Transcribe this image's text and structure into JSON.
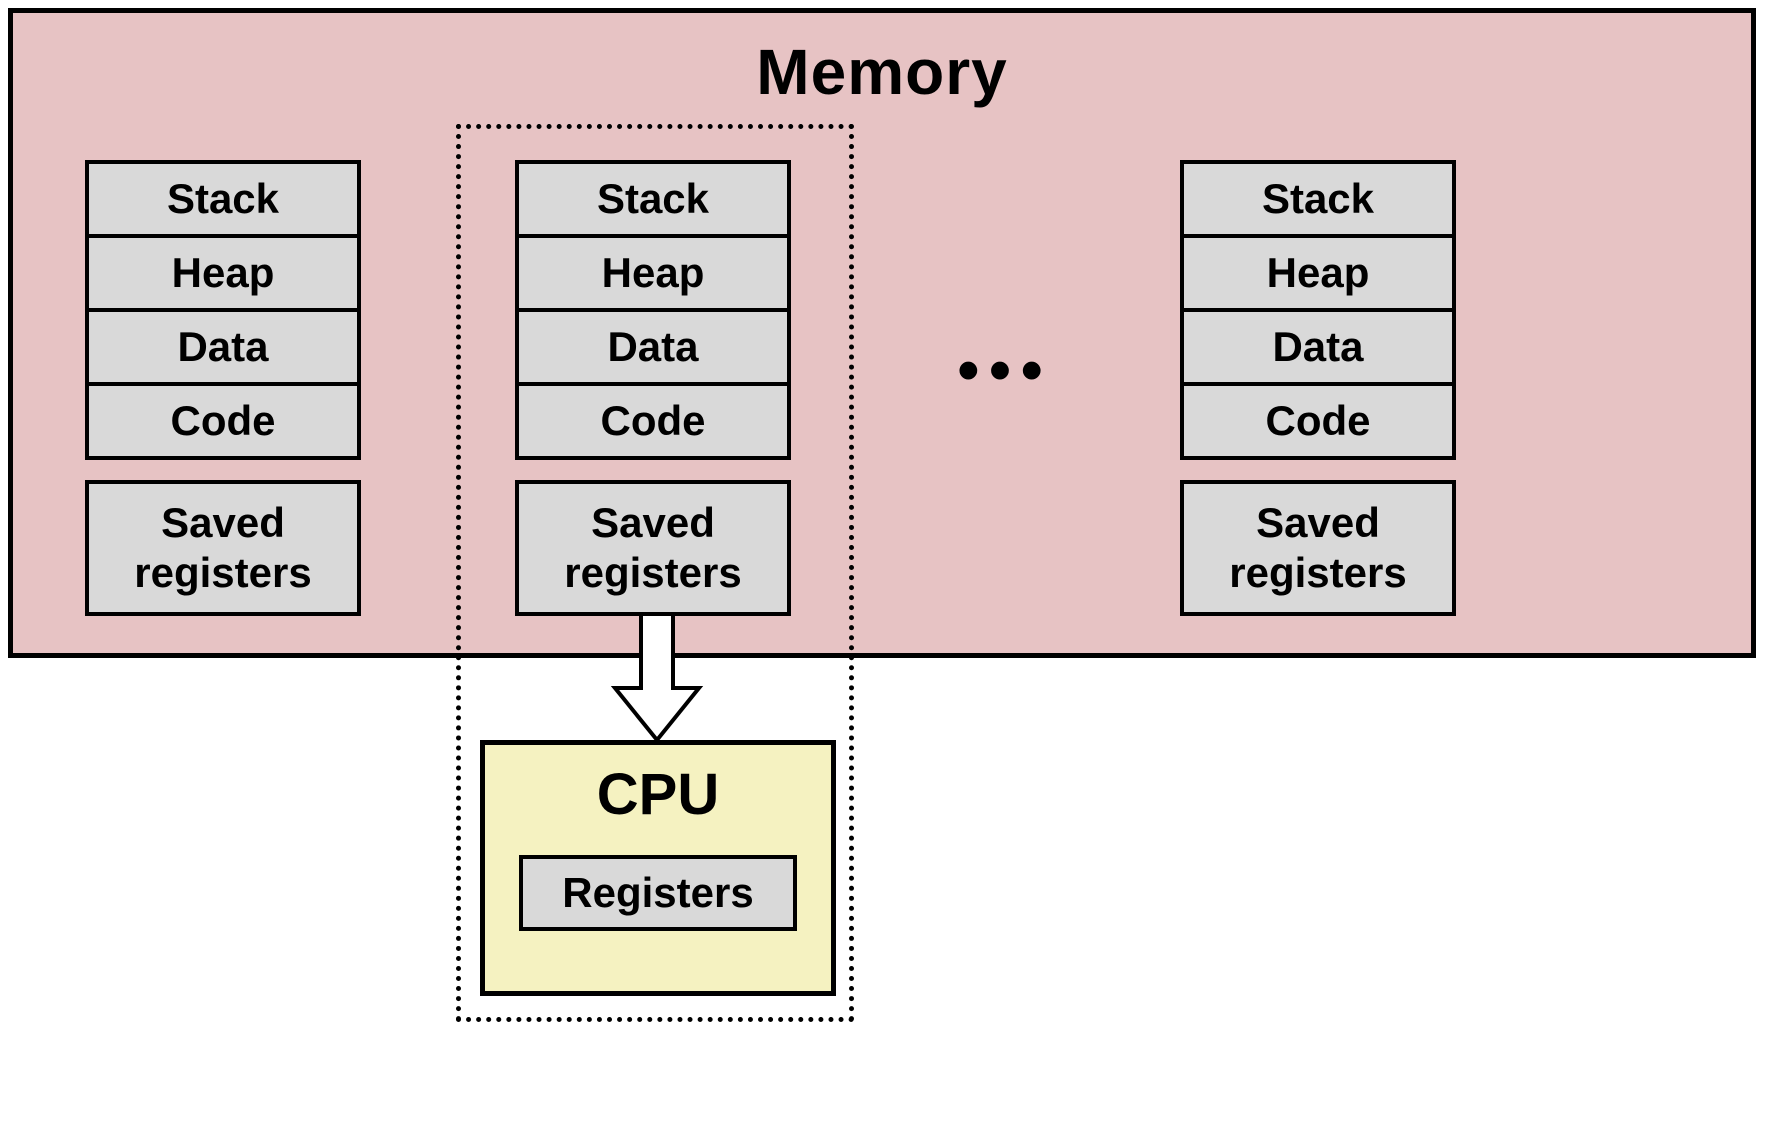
{
  "memory": {
    "title": "Memory",
    "columns": [
      {
        "segments": [
          "Stack",
          "Heap",
          "Data",
          "Code"
        ],
        "saved_registers": "Saved registers"
      },
      {
        "segments": [
          "Stack",
          "Heap",
          "Data",
          "Code"
        ],
        "saved_registers": "Saved registers"
      },
      {
        "segments": [
          "Stack",
          "Heap",
          "Data",
          "Code"
        ],
        "saved_registers": "Saved registers"
      }
    ],
    "ellipsis": "•••"
  },
  "cpu": {
    "title": "CPU",
    "registers_label": "Registers"
  },
  "colors": {
    "memory_bg": "#e7c3c4",
    "segment_bg": "#d9d9d9",
    "cpu_bg": "#f5f2c1",
    "border": "#000000"
  }
}
